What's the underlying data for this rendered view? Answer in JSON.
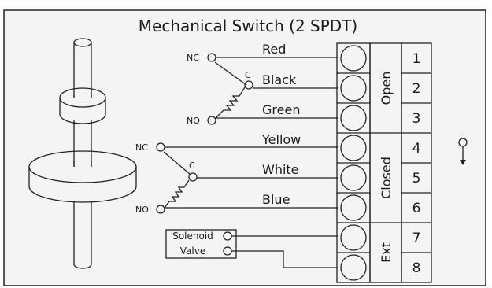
{
  "title": "Mechanical Switch (2 SPDT)",
  "switch1": {
    "nc_label": "NC",
    "c_label": "C",
    "no_label": "NO",
    "wires": [
      "Red",
      "Black",
      "Green"
    ]
  },
  "switch2": {
    "nc_label": "NC",
    "c_label": "C",
    "no_label": "NO",
    "wires": [
      "Yellow",
      "White",
      "Blue"
    ]
  },
  "solenoid": {
    "line1": "Solenoid",
    "line2": "Valve"
  },
  "terminals": [
    "1",
    "2",
    "3",
    "4",
    "5",
    "6",
    "7",
    "8"
  ],
  "groups": [
    "Open",
    "Closed",
    "Ext"
  ],
  "colors": {
    "panel_background": "#f4f4f4",
    "stroke": "#222222"
  }
}
